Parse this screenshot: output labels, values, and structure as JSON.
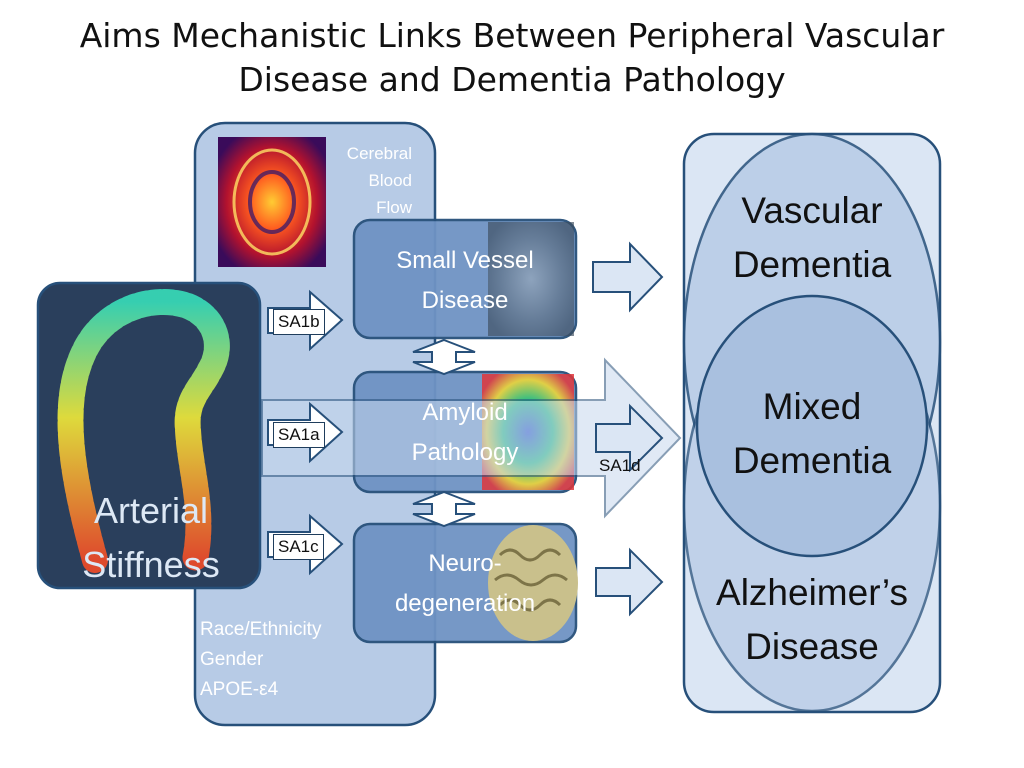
{
  "title": {
    "line1": "Aims Mechanistic Links Between Peripheral Vascular",
    "line2": "Disease and Dementia Pathology"
  },
  "cerebral_blood_flow": {
    "line1": "Cerebral",
    "line2": "Blood",
    "line3": "Flow"
  },
  "arterial_stiffness": {
    "line1": "Arterial",
    "line2": "Stiffness"
  },
  "boxes": {
    "small_vessel": {
      "line1": "Small Vessel",
      "line2": "Disease"
    },
    "amyloid": {
      "line1": "Amyloid",
      "line2": "Pathology"
    },
    "neuro": {
      "line1": "Neuro-",
      "line2": "degeneration"
    }
  },
  "aims": {
    "sa1a": "SA1a",
    "sa1b": "SA1b",
    "sa1c": "SA1c",
    "sa1d": "SA1d"
  },
  "covariates": {
    "line1": "Race/Ethnicity",
    "line2": "Gender",
    "line3": "APOE-ε4"
  },
  "outcomes": {
    "vascular": {
      "line1": "Vascular",
      "line2": "Dementia"
    },
    "mixed": {
      "line1": "Mixed",
      "line2": "Dementia"
    },
    "alzheimers": {
      "line1": "Alzheimer’s",
      "line2": "Disease"
    }
  },
  "colors": {
    "panel_fill": "#b7cbe6",
    "panel_stroke": "#27507a",
    "box_fill": "#6f93c4",
    "arrow_fill": "#c7d8ee",
    "left_panel_bg": "#2a3f5c"
  }
}
